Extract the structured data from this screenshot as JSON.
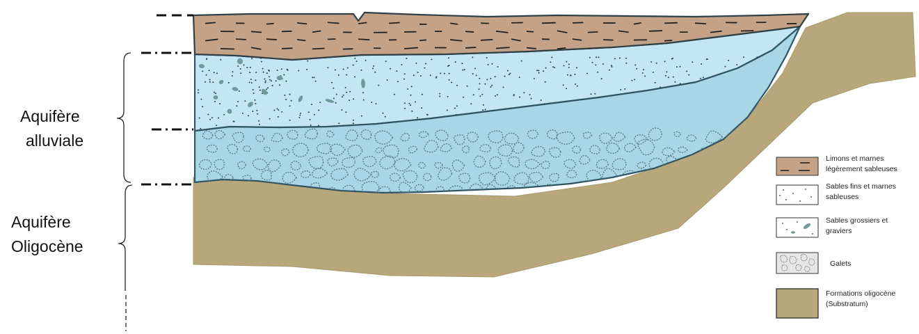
{
  "aquifers": {
    "alluvial": {
      "line1": "Aquifère",
      "line2": "alluviale"
    },
    "oligocene": {
      "line1": "Aquifère",
      "line2": "Oligocène"
    }
  },
  "legend": {
    "items": [
      {
        "line1": "Limons et marnes",
        "line2": "légèrement sableuses"
      },
      {
        "line1": "Sables fins et marnes",
        "line2": "sableuses"
      },
      {
        "line1": "Sables grossiers et",
        "line2": "graviers"
      },
      {
        "line1": "Galets",
        "line2": ""
      },
      {
        "line1": "Formations oligocène",
        "line2": "(Substratum)"
      }
    ]
  },
  "colors": {
    "silt": "#c3a288",
    "water_light": "#c4e6f4",
    "water_dark": "#a9d6e6",
    "substratum": "#b7a77a",
    "outline": "#2f5563",
    "pebble": "#5f7f88",
    "gravel_fill": "#6f9a9c"
  }
}
